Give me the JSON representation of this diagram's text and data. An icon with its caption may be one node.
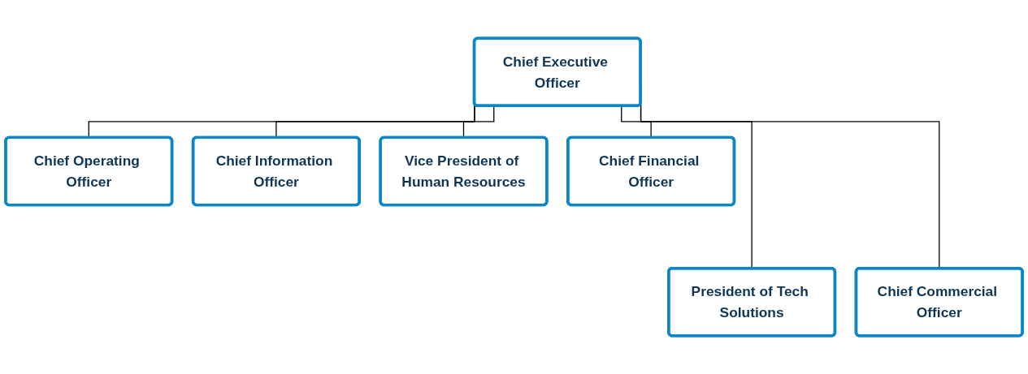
{
  "diagram": {
    "nodes": [
      {
        "text": [
          "Chief Executive Officer"
        ]
      },
      {
        "text": [
          "Chief Operating Officer"
        ]
      },
      {
        "text": [
          "President of Tech Solutions"
        ]
      },
      {
        "text": [
          "Chief Information Officer"
        ]
      },
      {
        "text": [
          "Vice President of Human Resources"
        ]
      },
      {
        "text": [
          "Chief Commercial Officer"
        ]
      },
      {
        "text": [
          "Chief Financial Officer"
        ]
      }
    ],
    "edges": [
      {
        "from": 0,
        "to": 1,
        "arrow": "none"
      },
      {
        "from": 0,
        "to": 2,
        "arrow": "none"
      },
      {
        "from": 0,
        "to": 3,
        "arrow": "none"
      },
      {
        "from": 0,
        "to": 4,
        "arrow": "none"
      },
      {
        "from": 0,
        "to": 5,
        "arrow": "none"
      },
      {
        "from": 0,
        "to": 6,
        "arrow": "none"
      }
    ]
  }
}
